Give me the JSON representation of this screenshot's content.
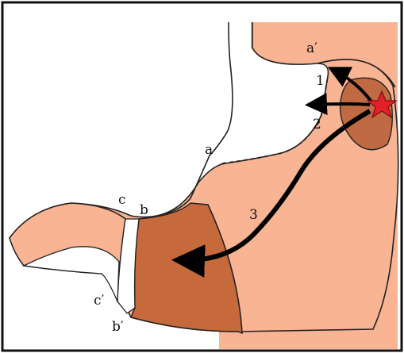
{
  "labels": {
    "a": "a",
    "a_prime": "a′",
    "b": "b",
    "b_prime": "b′",
    "c": "c",
    "c_prime": "c′",
    "arrow_1": "1",
    "arrow_2": "2",
    "arrow_3": "3"
  },
  "colors": {
    "frame": "#111111",
    "region_light": "#f8b493",
    "region_dark": "#c66a3c",
    "pacemaker_circle": "#bf6a42",
    "star_fill": "#e3202a",
    "arrow": "#000000",
    "outline": "#222222"
  },
  "icons": {
    "pacemaker_marker": "star-icon"
  }
}
